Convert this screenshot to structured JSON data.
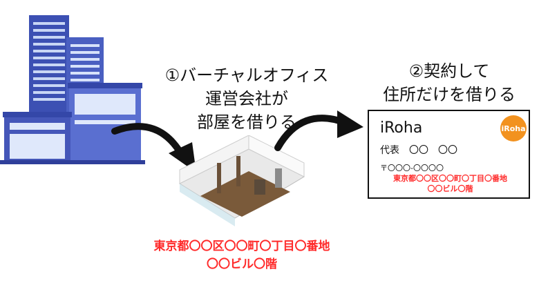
{
  "step1": {
    "lines": [
      "①バーチャルオフィス",
      "運営会社が",
      "部屋を借りる"
    ]
  },
  "step2": {
    "lines": [
      "②契約して",
      "住所だけを借りる"
    ]
  },
  "office_address": {
    "lines": [
      "東京都〇〇区〇〇町〇丁目〇番地",
      "〇〇ビル〇階"
    ]
  },
  "card": {
    "company": "iRoha",
    "representative": "代表　〇〇　〇〇",
    "zip": "〒〇〇〇-〇〇〇〇",
    "address_lines": [
      "東京都〇〇区〇〇町〇丁目〇番地",
      "〇〇ビル〇階"
    ],
    "logo_text": "iRoha"
  },
  "colors": {
    "building": "#4a5fc1",
    "address_red": "#ff2a2a",
    "logo_orange": "#f2921f",
    "arrow": "#111111"
  },
  "icons": [
    "office-building-icon",
    "room-floorplan-icon",
    "arrow-right-icon"
  ]
}
